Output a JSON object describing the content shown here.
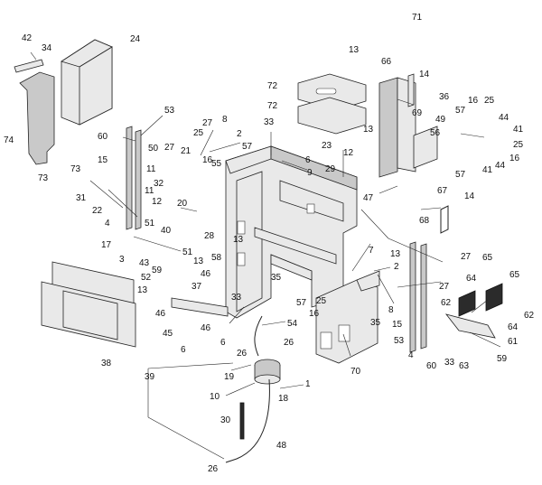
{
  "callouts": [
    "1",
    "2",
    "3",
    "4",
    "6",
    "7",
    "8",
    "9",
    "10",
    "11",
    "12",
    "13",
    "14",
    "15",
    "16",
    "17",
    "18",
    "19",
    "20",
    "21",
    "22",
    "23",
    "24",
    "25",
    "26",
    "27",
    "28",
    "29",
    "30",
    "31",
    "32",
    "33",
    "34",
    "35",
    "36",
    "37",
    "38",
    "39",
    "40",
    "41",
    "42",
    "43",
    "44",
    "45",
    "46",
    "47",
    "48",
    "49",
    "50",
    "51",
    "52",
    "53",
    "54",
    "55",
    "56",
    "57",
    "58",
    "59",
    "60",
    "61",
    "62",
    "63",
    "64",
    "65",
    "66",
    "67",
    "68",
    "69",
    "70",
    "71",
    "72",
    "73",
    "74"
  ],
  "parts": {
    "frame": "main-frame",
    "doors": "door-panels",
    "hose": "drain-hose"
  }
}
